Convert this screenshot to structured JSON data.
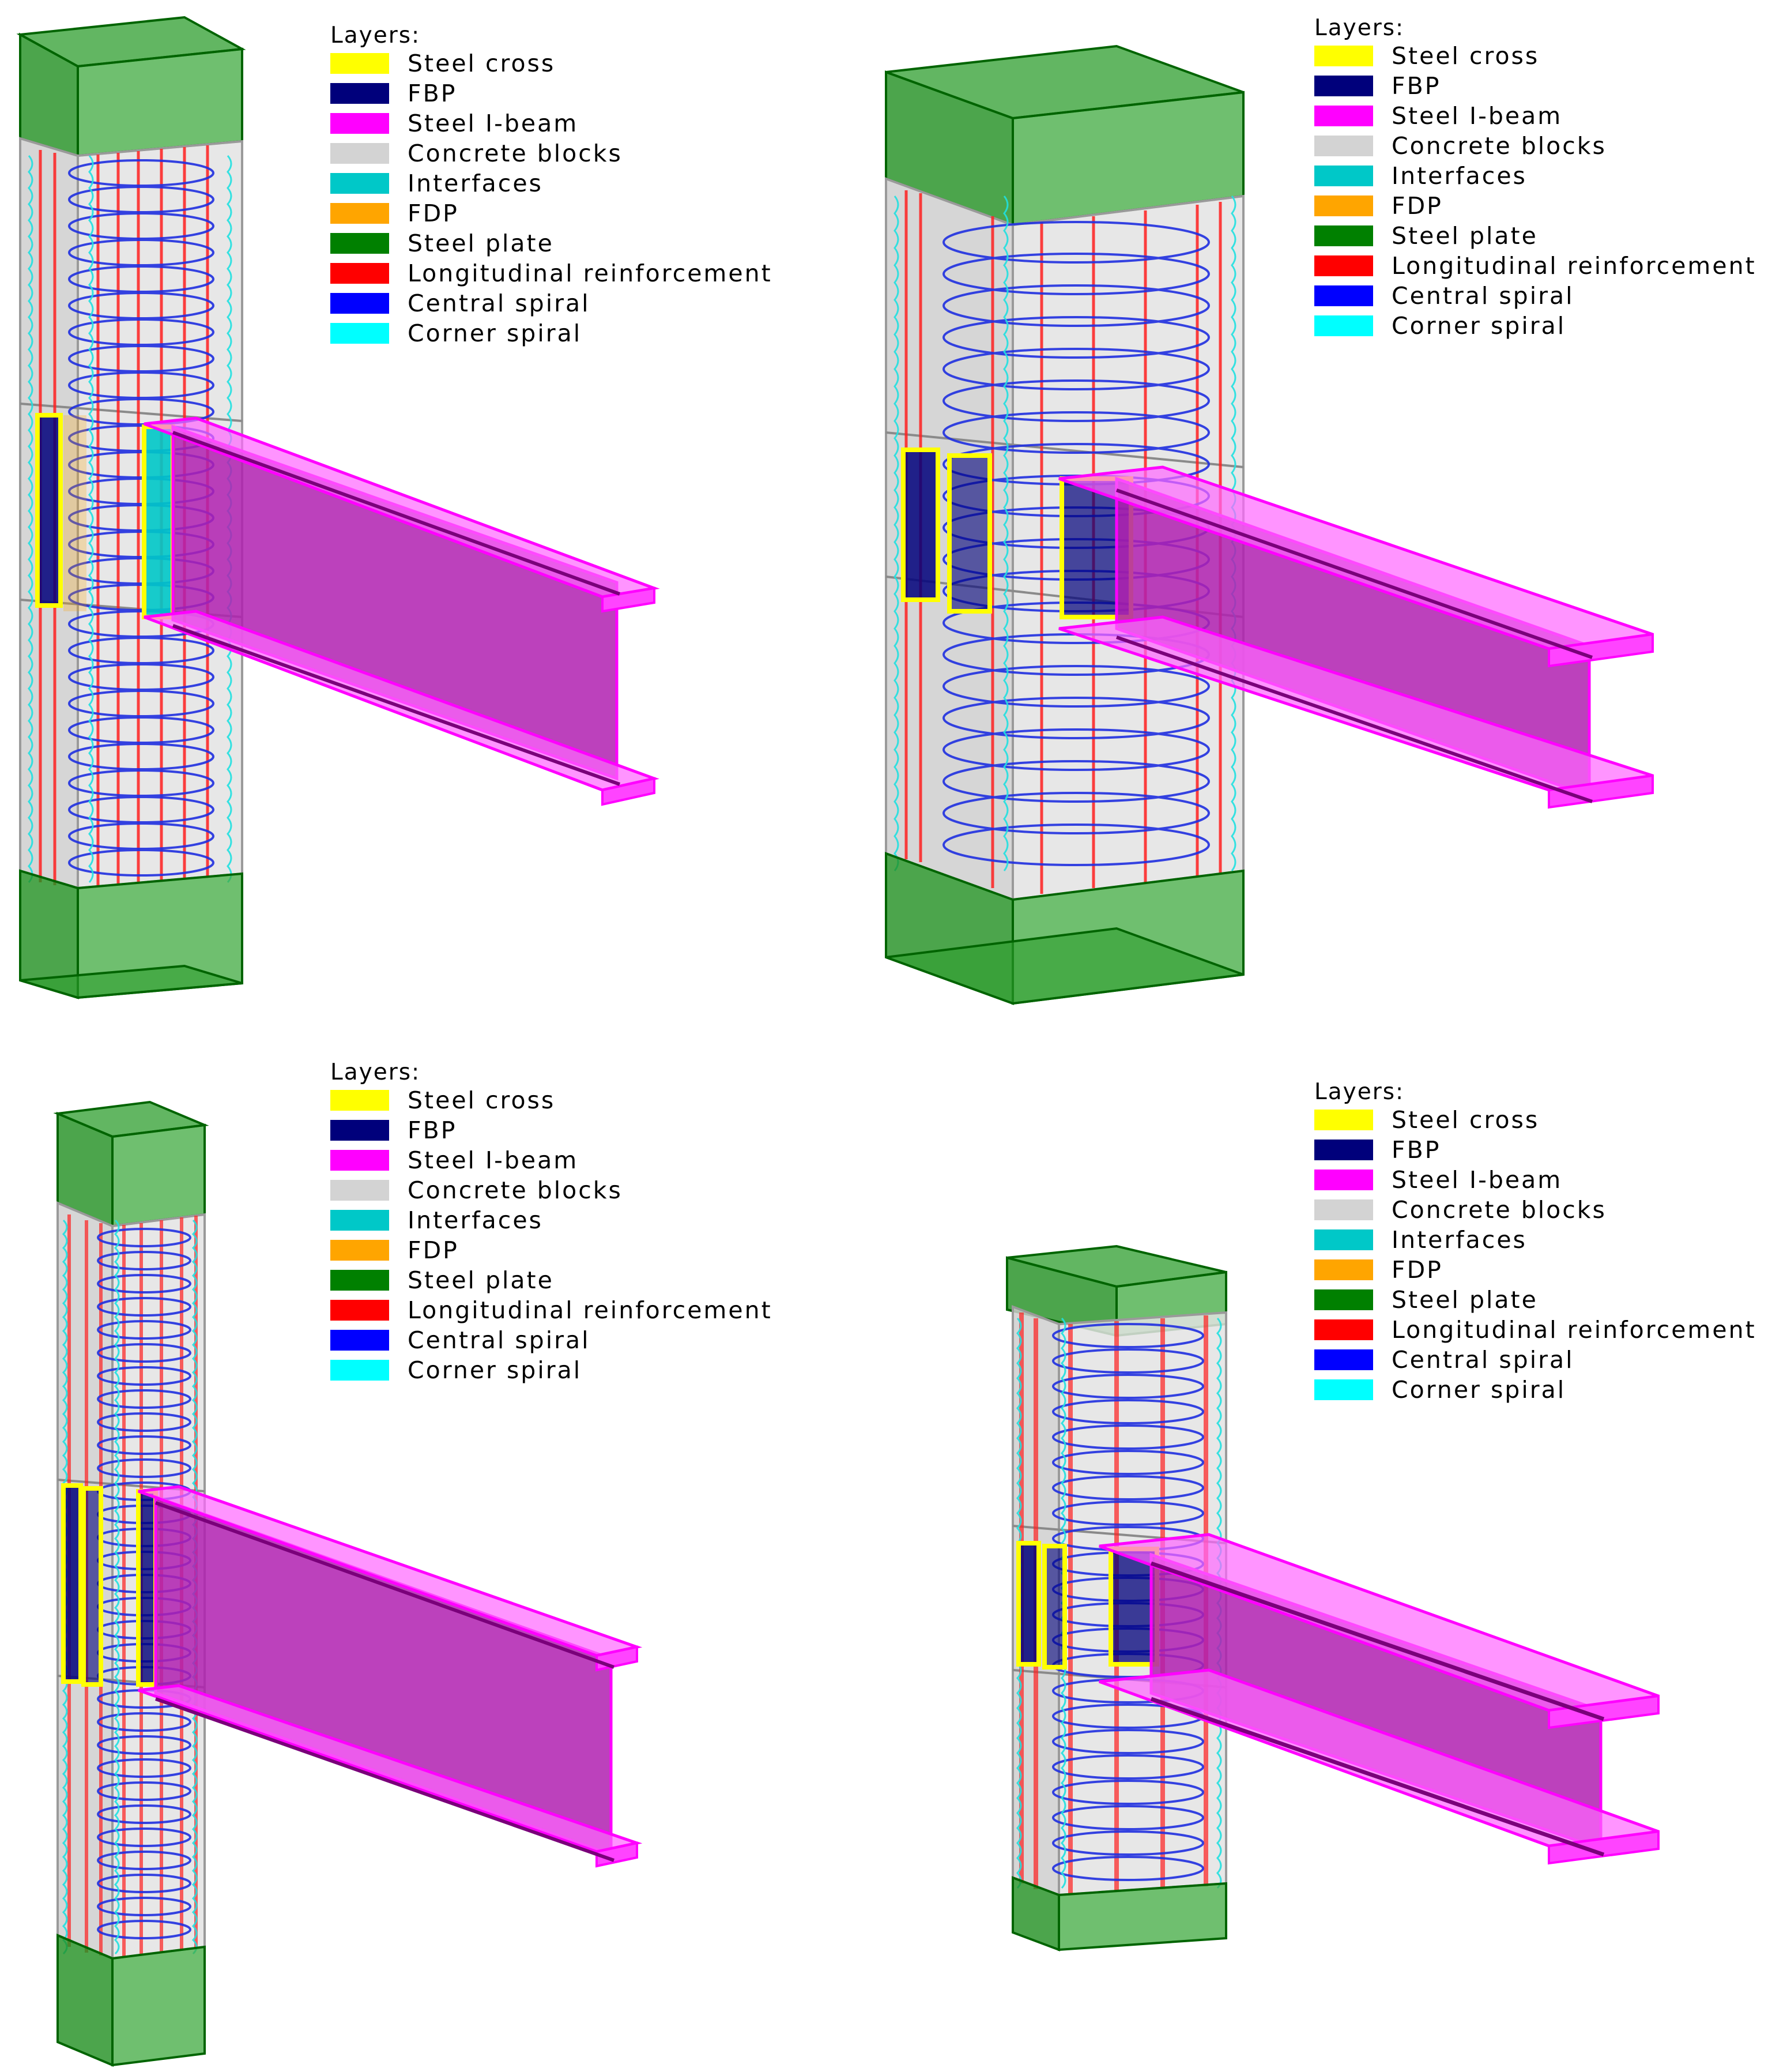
{
  "legend": {
    "title": "Layers:",
    "items": [
      {
        "label": "Steel cross",
        "color": "#ffff00"
      },
      {
        "label": "FBP",
        "color": "#00007b"
      },
      {
        "label": "Steel I-beam",
        "color": "#ff00ff"
      },
      {
        "label": "Concrete blocks",
        "color": "#d3d3d3"
      },
      {
        "label": "Interfaces",
        "color": "#00c8c8"
      },
      {
        "label": "FDP",
        "color": "#ffa500"
      },
      {
        "label": "Steel plate",
        "color": "#008000"
      },
      {
        "label": "Longitudinal reinforcement",
        "color": "#ff0000"
      },
      {
        "label": "Central spiral",
        "color": "#0000ff"
      },
      {
        "label": "Corner spiral",
        "color": "#00ffff"
      }
    ]
  }
}
